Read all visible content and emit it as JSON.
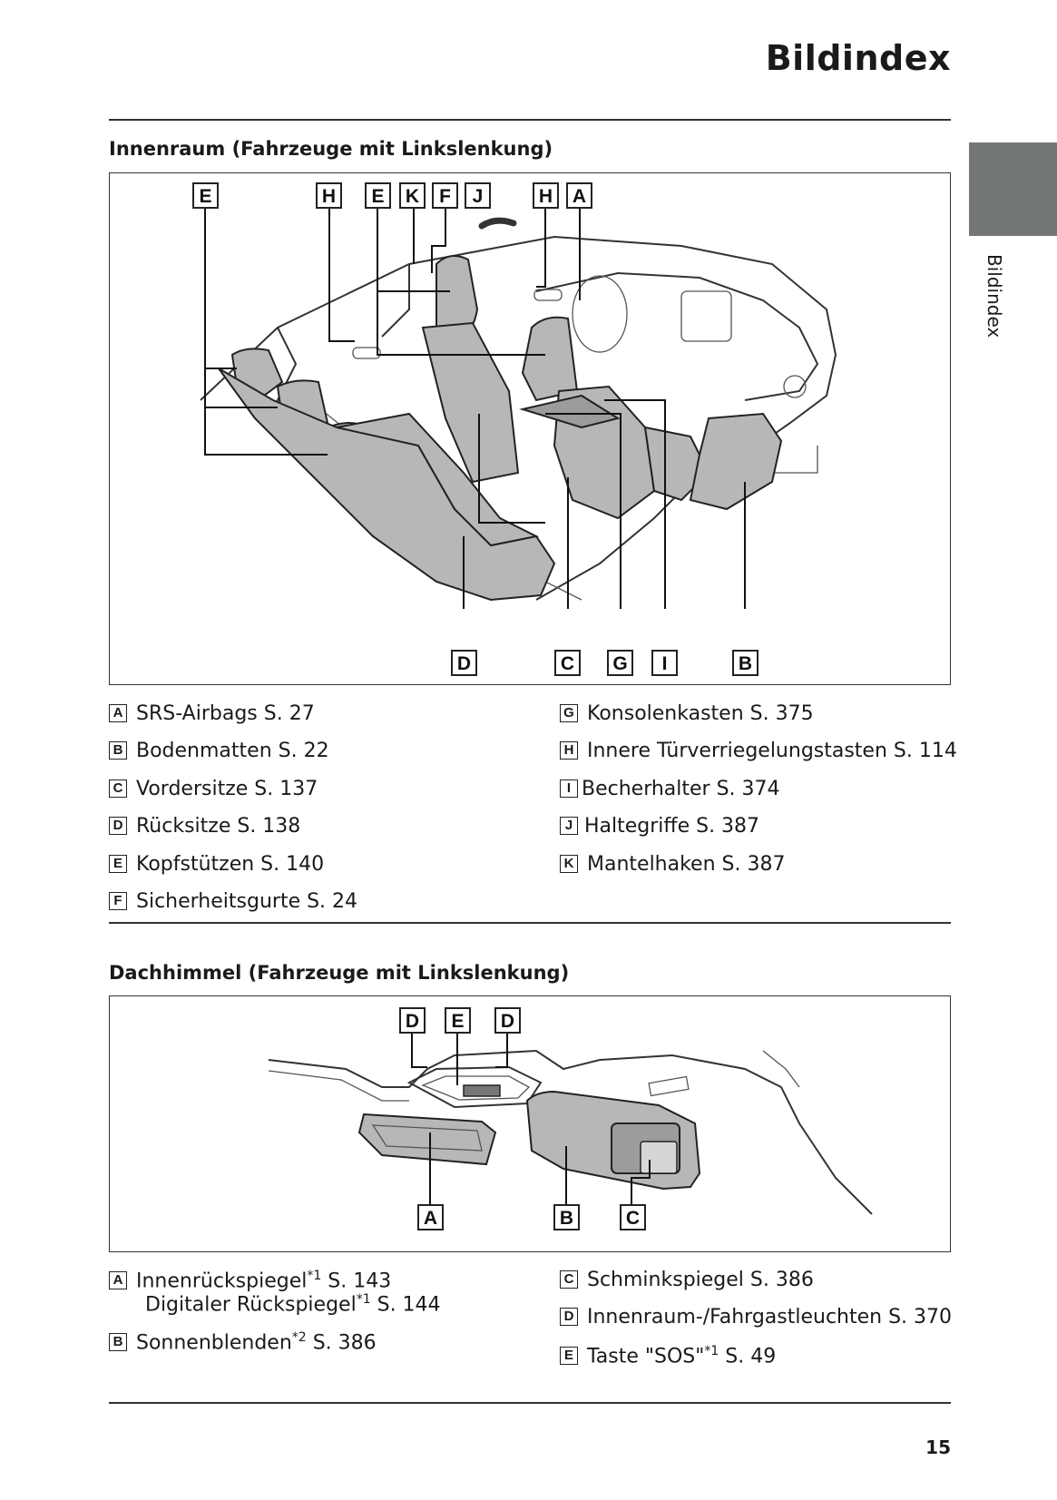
{
  "page": {
    "title": "Bildindex",
    "side_label": "Bildindex",
    "page_number": "15"
  },
  "section1": {
    "heading": "Innenraum (Fahrzeuge mit Linkslenkung)",
    "figure_labels_top": [
      "E",
      "H",
      "E",
      "K",
      "F",
      "J",
      "H",
      "A"
    ],
    "figure_labels_bottom": [
      "D",
      "C",
      "G",
      "I",
      "B"
    ],
    "legend_left": [
      {
        "key": "A",
        "text": "SRS-Airbags S. 27"
      },
      {
        "key": "B",
        "text": "Bodenmatten S. 22"
      },
      {
        "key": "C",
        "text": "Vordersitze S. 137"
      },
      {
        "key": "D",
        "text": "Rücksitze S. 138"
      },
      {
        "key": "E",
        "text": "Kopfstützen S. 140"
      },
      {
        "key": "F",
        "text": "Sicherheitsgurte S. 24"
      }
    ],
    "legend_right": [
      {
        "key": "G",
        "text": "Konsolenkasten S. 375"
      },
      {
        "key": "H",
        "text": "Innere Türverriegelungstasten S. 114"
      },
      {
        "key": "I",
        "text": "Becherhalter S. 374"
      },
      {
        "key": "J",
        "text": "Haltegriffe S. 387"
      },
      {
        "key": "K",
        "text": "Mantelhaken S. 387"
      }
    ]
  },
  "section2": {
    "heading": "Dachhimmel (Fahrzeuge mit Linkslenkung)",
    "figure_labels_top": [
      "D",
      "E",
      "D"
    ],
    "figure_labels_bottom": [
      "A",
      "B",
      "C"
    ],
    "legend_left": [
      {
        "key": "A",
        "pre": "Innenrückspiegel",
        "sup": "*1",
        "post": " S. 143",
        "line2_pre": "Digitaler Rückspiegel",
        "line2_sup": "*1",
        "line2_post": " S. 144"
      },
      {
        "key": "B",
        "pre": "Sonnenblenden",
        "sup": "*2",
        "post": " S. 386"
      }
    ],
    "legend_right": [
      {
        "key": "C",
        "text": "Schminkspiegel S. 386"
      },
      {
        "key": "D",
        "text": "Innenraum-/Fahrgastleuchten S. 370"
      },
      {
        "key": "E",
        "pre": "Taste \"SOS\"",
        "sup": "*1",
        "post": " S. 49"
      }
    ]
  },
  "colors": {
    "side_tab": "#737773",
    "seat_fill": "#b7b7b7",
    "rule": "#333333"
  }
}
